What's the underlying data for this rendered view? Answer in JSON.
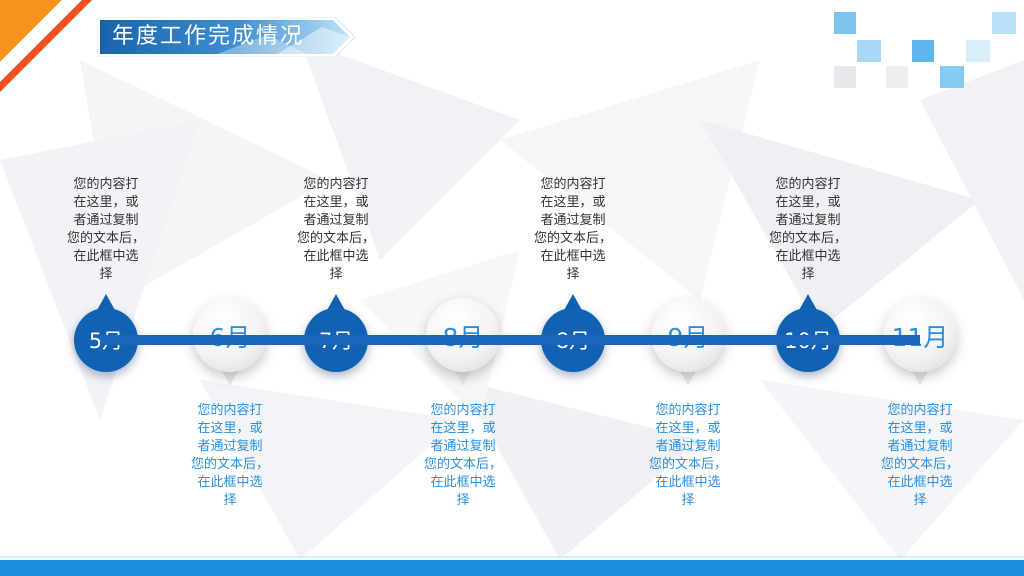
{
  "title": "年度工作完成情况",
  "colors": {
    "primary_blue": "#1162b3",
    "accent_blue": "#1b8ddf",
    "label_blue": "#2a8fe0",
    "corner_orange": "#f7941d"
  },
  "milestones": [
    {
      "label": "5月",
      "style": "dark",
      "text": "您的内容打\n在这里，或\n者通过复制\n您的文本后，\n在此框中选\n择"
    },
    {
      "label": "6月",
      "style": "light",
      "text": "您的内容打\n在这里，或\n者通过复制\n您的文本后，\n在此框中选\n择"
    },
    {
      "label": "7月",
      "style": "dark",
      "text": "您的内容打\n在这里，或\n者通过复制\n您的文本后，\n在此框中选\n择"
    },
    {
      "label": "8月",
      "style": "light",
      "text": "您的内容打\n在这里，或\n者通过复制\n您的文本后，\n在此框中选\n择"
    },
    {
      "label": "8月",
      "style": "dark",
      "text": "您的内容打\n在这里，或\n者通过复制\n您的文本后，\n在此框中选\n择"
    },
    {
      "label": "9月",
      "style": "light",
      "text": "您的内容打\n在这里，或\n者通过复制\n您的文本后，\n在此框中选\n择"
    },
    {
      "label": "10月",
      "style": "dark",
      "text": "您的内容打\n在这里，或\n者通过复制\n您的文本后，\n在此框中选\n择"
    },
    {
      "label": "11月",
      "style": "light",
      "text": "您的内容打\n在这里，或\n者通过复制\n您的文本后，\n在此框中选\n择"
    }
  ]
}
